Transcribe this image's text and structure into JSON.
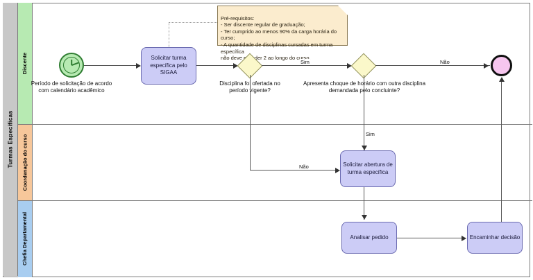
{
  "diagram": {
    "type": "bpmn-process",
    "pool": {
      "label": "Turmas Específicas"
    },
    "lanes": [
      {
        "id": "discente",
        "label": "Discente",
        "color": "#b7eab2"
      },
      {
        "id": "coordenacao",
        "label": "Coordenação do curso",
        "color": "#f7c79a"
      },
      {
        "id": "chefia",
        "label": "Chefia Departamental",
        "color": "#a8cdf0"
      }
    ],
    "events": {
      "start_timer": {
        "name": "timer-start-event",
        "caption": "Período de solicitação de acordo\ncom calendário acadêmico",
        "color": "#b7eab2"
      },
      "end": {
        "name": "end-event",
        "color": "#f7c6ef"
      }
    },
    "tasks": [
      {
        "id": "solicitar-turma-sigaa",
        "label": "Solicitar turma\nespecífica pelo\nSIGAA",
        "lane": "discente"
      },
      {
        "id": "solicitar-abertura-turma",
        "label": "Solicitar abertura de\nturma específica",
        "lane": "coordenacao"
      },
      {
        "id": "analisar-pedido",
        "label": "Analisar pedido",
        "lane": "chefia"
      },
      {
        "id": "encaminhar-decisao",
        "label": "Encaminhar decisão",
        "lane": "chefia"
      }
    ],
    "gateways": [
      {
        "id": "gw-disciplina-ofertada",
        "caption": "Disciplina foi ofertada no\nperíodo vigente?",
        "color": "#fbf8ca"
      },
      {
        "id": "gw-choque-horario",
        "caption": "Apresenta choque de horário com outra disciplina\ndemandada pelo concluinte?",
        "color": "#fbf8ca"
      }
    ],
    "flow_labels": {
      "sim_gw1": "Sim",
      "nao_gw1": "Não",
      "sim_gw2": "Sim",
      "nao_gw2": "Não"
    },
    "annotation": {
      "id": "pre-requisitos-note",
      "text": "Pré-requisitos:\n- Ser discente regular de graduação;\n- Ter cumprido ao menos 90% da carga horária do curso;\n- A quantidade de disciplinas cursadas em turma específica\nnão deve exceder 2 ao longo do curso.",
      "color": "#fbecce"
    }
  }
}
